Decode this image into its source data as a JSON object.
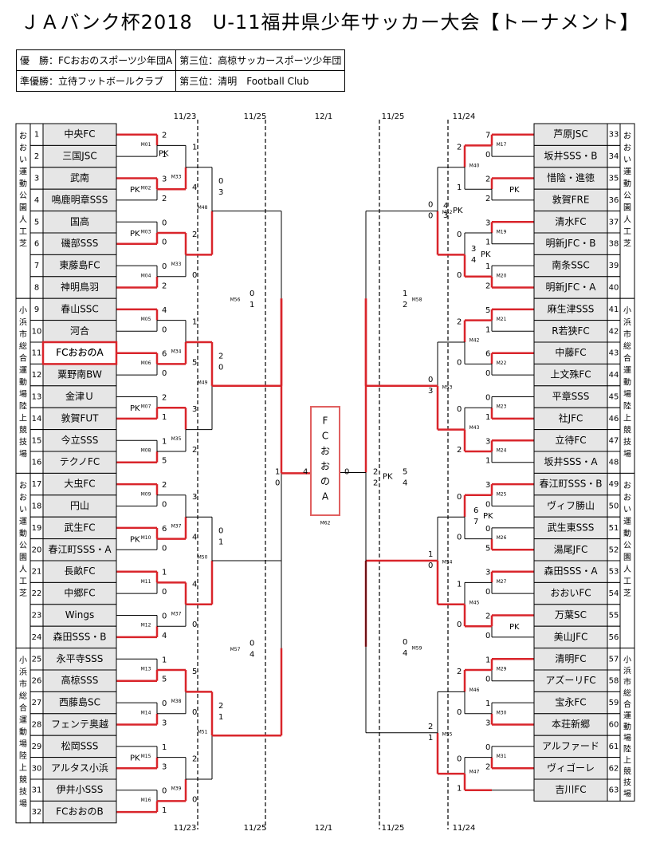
{
  "title": "ＪＡバンク杯2018　U-11福井県少年サッカー大会【トーナメント】",
  "results": {
    "winner": "優　勝：FCおおのスポーツ少年団A",
    "third1": "第三位：高椋サッカースポーツ少年団",
    "runner_up": "準優勝：立待フットボールクラブ",
    "third2": "第三位：清明　Football Club"
  },
  "dates": {
    "r1": "11/23",
    "r2": "11/25",
    "final": "12/1",
    "r2r": "11/25",
    "r1r": "11/24"
  },
  "final_label": "FCおおのA",
  "final_code": "M62",
  "colors": {
    "win": "#d9252b",
    "final_border": "#e06060",
    "cell": "#e6e6e6"
  },
  "left_teams": [
    {
      "no": "1",
      "name": "中央FC"
    },
    {
      "no": "2",
      "name": "三国JSC"
    },
    {
      "no": "3",
      "name": "武南"
    },
    {
      "no": "4",
      "name": "鳴鹿明章SSS"
    },
    {
      "no": "5",
      "name": "国高"
    },
    {
      "no": "6",
      "name": "磯部SSS"
    },
    {
      "no": "7",
      "name": "東藤島FC"
    },
    {
      "no": "8",
      "name": "神明鳥羽"
    },
    {
      "no": "9",
      "name": "春山SSC"
    },
    {
      "no": "10",
      "name": "河合"
    },
    {
      "no": "11",
      "name": "FCおおのA"
    },
    {
      "no": "12",
      "name": "粟野南BW"
    },
    {
      "no": "13",
      "name": "金津Ｕ"
    },
    {
      "no": "14",
      "name": "敦賀FUT"
    },
    {
      "no": "15",
      "name": "今立SSS"
    },
    {
      "no": "16",
      "name": "テクノFC"
    },
    {
      "no": "17",
      "name": "大虫FC"
    },
    {
      "no": "18",
      "name": "円山"
    },
    {
      "no": "19",
      "name": "武生FC"
    },
    {
      "no": "20",
      "name": "春江町SSS・A"
    },
    {
      "no": "21",
      "name": "長畝FC"
    },
    {
      "no": "22",
      "name": "中郷FC"
    },
    {
      "no": "23",
      "name": "Wings"
    },
    {
      "no": "24",
      "name": "森田SSS・B"
    },
    {
      "no": "25",
      "name": "永平寺SSS"
    },
    {
      "no": "26",
      "name": "高椋SSS"
    },
    {
      "no": "27",
      "name": "西藤島SC"
    },
    {
      "no": "28",
      "name": "フェンテ奥越"
    },
    {
      "no": "29",
      "name": "松岡SSS"
    },
    {
      "no": "30",
      "name": "アルタス小浜"
    },
    {
      "no": "31",
      "name": "伊井小SSS"
    },
    {
      "no": "32",
      "name": "FCおおのB"
    }
  ],
  "right_teams": [
    {
      "no": "33",
      "name": "芦原JSC"
    },
    {
      "no": "34",
      "name": "坂井SSS・B"
    },
    {
      "no": "35",
      "name": "惜陰・進徳"
    },
    {
      "no": "36",
      "name": "敦賀FRE"
    },
    {
      "no": "37",
      "name": "清水FC"
    },
    {
      "no": "38",
      "name": "明新JFC・B"
    },
    {
      "no": "39",
      "name": "南条SSC"
    },
    {
      "no": "40",
      "name": "明新JFC・A"
    },
    {
      "no": "41",
      "name": "麻生津SSS"
    },
    {
      "no": "42",
      "name": "R若狭FC"
    },
    {
      "no": "43",
      "name": "中藤FC"
    },
    {
      "no": "44",
      "name": "上文殊FC"
    },
    {
      "no": "45",
      "name": "平章SSS"
    },
    {
      "no": "46",
      "name": "社JFC"
    },
    {
      "no": "47",
      "name": "立待FC"
    },
    {
      "no": "48",
      "name": "坂井SSS・A"
    },
    {
      "no": "49",
      "name": "春江町SSS・B"
    },
    {
      "no": "50",
      "name": "ヴィフ勝山"
    },
    {
      "no": "51",
      "name": "武生東SSS"
    },
    {
      "no": "52",
      "name": "湯尾JFC"
    },
    {
      "no": "53",
      "name": "森田SSS・A"
    },
    {
      "no": "54",
      "name": "おおいFC"
    },
    {
      "no": "55",
      "name": "万葉SC"
    },
    {
      "no": "56",
      "name": "美山JFC"
    },
    {
      "no": "57",
      "name": "清明FC"
    },
    {
      "no": "58",
      "name": "アズーリFC"
    },
    {
      "no": "59",
      "name": "宝永FC"
    },
    {
      "no": "60",
      "name": "本荘新郷"
    },
    {
      "no": "61",
      "name": "アルファード"
    },
    {
      "no": "62",
      "name": "ヴィゴーレ"
    },
    {
      "no": "63",
      "name": "吉川FC"
    }
  ],
  "left_venues": [
    {
      "text": "おおい運動公園人工芝"
    },
    {
      "text": "小浜市総合運動場 陸上競技場"
    },
    {
      "text": "おおい運動公園人工芝"
    },
    {
      "text": "小浜市総合運動場 陸上競技場"
    }
  ],
  "right_venues": [
    {
      "text": "おおい運動公園人工芝"
    },
    {
      "text": "小浜市総合運動場 陸上競技場"
    },
    {
      "text": "おおい運動公園人工芝"
    },
    {
      "text": "小浜市総合運動場 陸上競技場"
    }
  ],
  "matches": {
    "M01": "M01",
    "M02": "M02",
    "M03": "M03",
    "M04": "M04",
    "M05": "M05",
    "M06": "M06",
    "M07": "M07",
    "M08": "M08",
    "M09": "M09",
    "M10": "M10",
    "M11": "M11",
    "M12": "M12",
    "M13": "M13",
    "M14": "M14",
    "M15": "M15",
    "M16": "M16",
    "M17": "M17",
    "M19": "M19",
    "M20": "M20",
    "M21": "M21",
    "M22": "M22",
    "M23": "M23",
    "M24": "M24",
    "M25": "M25",
    "M26": "M26",
    "M27": "M27",
    "M29": "M29",
    "M30": "M30",
    "M31": "M31",
    "M33": "M33",
    "M34": "M34",
    "M35": "M35",
    "M37": "M37",
    "M38": "M38",
    "M39": "M39",
    "M40": "M40",
    "M42": "M42",
    "M43": "M43",
    "M45": "M45",
    "M46": "M46",
    "M47": "M47",
    "M48": "M48",
    "M49": "M49",
    "M50": "M50",
    "M51": "M51",
    "M52": "M52",
    "M53": "M53",
    "M54": "M54",
    "M55": "M55",
    "M56": "M56",
    "M57": "M57",
    "M58": "M58",
    "M59": "M59"
  },
  "pk_label": "PK"
}
